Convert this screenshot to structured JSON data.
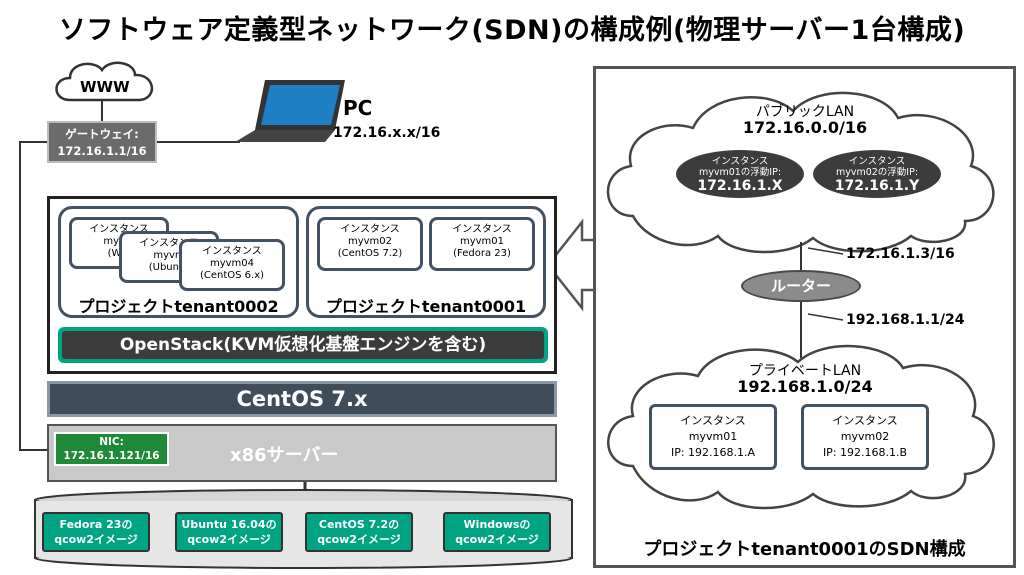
{
  "title": "ソフトウェア定義型ネットワーク(SDN)の構成例(物理サーバー1台構成)",
  "www": "WWW",
  "gateway": {
    "label": "ゲートウェイ:",
    "ip": "172.16.1.1/16"
  },
  "pc": {
    "label": "PC",
    "ip": "172.16.x.x/16"
  },
  "projects": {
    "tenant0002": {
      "label": "プロジェクトtenant0002",
      "instances": [
        {
          "line1": "インスタンス",
          "line2": "myvm",
          "line3": "(Win"
        },
        {
          "line1": "インスタンス",
          "line2": "myvm",
          "line3": "(Ubuntu"
        },
        {
          "line1": "インスタンス",
          "line2": "myvm04",
          "line3": "(CentOS 6.x)"
        }
      ]
    },
    "tenant0001": {
      "label": "プロジェクトtenant0001",
      "instances": [
        {
          "line1": "インスタンス",
          "line2": "myvm02",
          "line3": "(CentOS 7.2)"
        },
        {
          "line1": "インスタンス",
          "line2": "myvm01",
          "line3": "(Fedora 23)"
        }
      ]
    }
  },
  "openstack": "OpenStack(KVM仮想化基盤エンジンを含む)",
  "centos": "CentOS 7.x",
  "server": {
    "label": "x86サーバー",
    "nic_label": "NIC:",
    "nic_ip": "172.16.1.121/16"
  },
  "images": [
    {
      "line1": "Fedora 23の",
      "line2": "qcow2イメージ"
    },
    {
      "line1": "Ubuntu 16.04の",
      "line2": "qcow2イメージ"
    },
    {
      "line1": "CentOS 7.2の",
      "line2": "qcow2イメージ"
    },
    {
      "line1": "Windowsの",
      "line2": "qcow2イメージ"
    }
  ],
  "sdn": {
    "caption": "プロジェクトtenant0001のSDN構成",
    "public": {
      "title": "パブリックLAN",
      "network": "172.16.0.0/16",
      "floating_ips": [
        {
          "line1": "インスタンス",
          "line2": "myvm01の浮動IP:",
          "ip": "172.16.1.X"
        },
        {
          "line1": "インスタンス",
          "line2": "myvm02の浮動IP:",
          "ip": "172.16.1.Y"
        }
      ]
    },
    "router": {
      "label": "ルーター",
      "upper_ip": "172.16.1.3/16",
      "lower_ip": "192.168.1.1/24"
    },
    "private": {
      "title": "プライベートLAN",
      "network": "192.168.1.0/24",
      "instances": [
        {
          "line1": "インスタンス",
          "line2": "myvm01",
          "ip": "IP: 192.168.1.A"
        },
        {
          "line1": "インスタンス",
          "line2": "myvm02",
          "ip": "IP: 192.168.1.B"
        }
      ]
    }
  },
  "colors": {
    "accent_green": "#00a483",
    "dark_slate": "#3f4c59",
    "nic_green": "#1e8a38",
    "cloud_dark": "#3c3c3c"
  }
}
